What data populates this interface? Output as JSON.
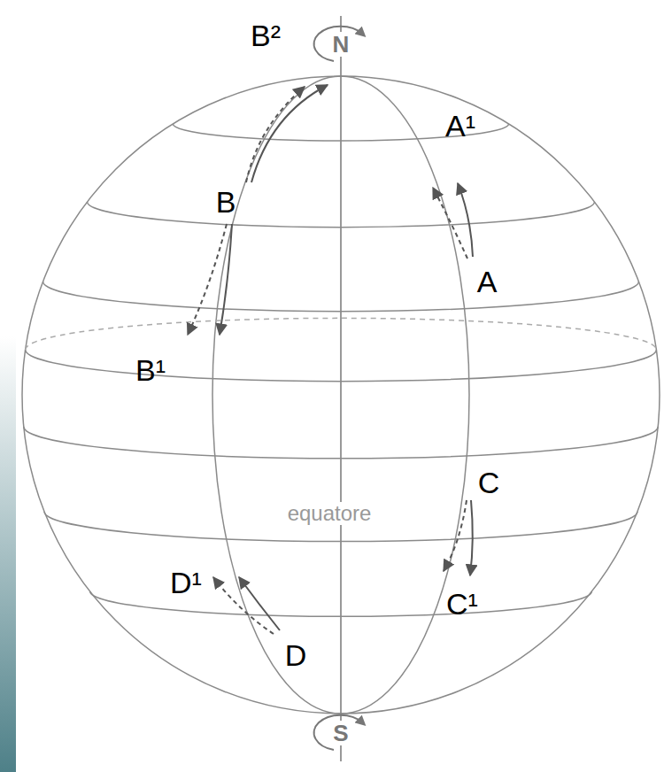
{
  "diagram": {
    "labels": [
      "B²",
      "N",
      "A¹",
      "B",
      "A",
      "B¹",
      "C",
      "equatore",
      "D¹",
      "C¹",
      "D",
      "S"
    ]
  }
}
